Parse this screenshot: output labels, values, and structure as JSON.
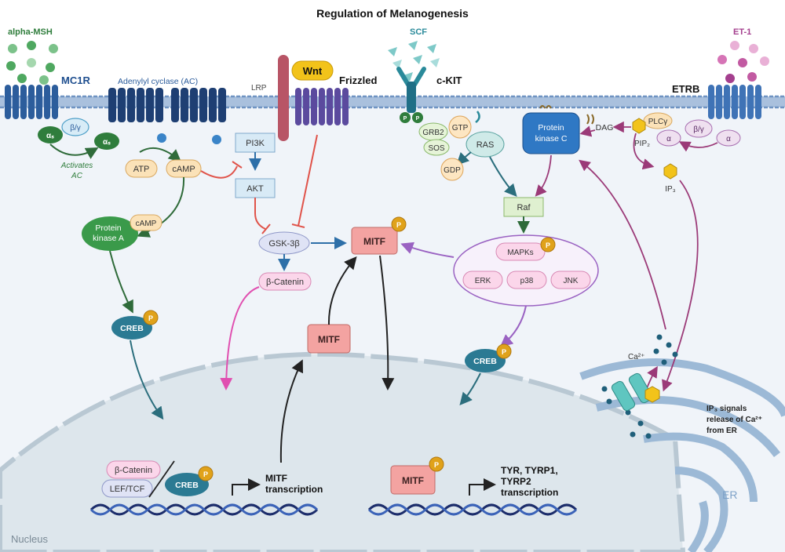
{
  "title": "Regulation of Melanogenesis",
  "ligands": {
    "alpha_msh": "alpha-MSH",
    "scf": "SCF",
    "et1": "ET-1",
    "wnt": "Wnt"
  },
  "receptors": {
    "mc1r": "MC1R",
    "adenylyl_cyclase": "Adenylyl cyclase (AC)",
    "lrp": "LRP",
    "frizzled": "Frizzled",
    "ckit": "c-KIT",
    "etrb": "ETRB"
  },
  "mc1r_pathway": {
    "g_alpha": "αₛ",
    "g_alpha_active": "αₛ",
    "beta_gamma": "β/γ",
    "activates_line1": "Activates",
    "activates_line2": "AC",
    "atp": "ATP",
    "camp": "cAMP",
    "pka_line1": "Protein",
    "pka_line2": "kinase A",
    "pka_camp": "cAMP",
    "creb": "CREB"
  },
  "wnt_pathway": {
    "pi3k": "PI3K",
    "akt": "AKT",
    "gsk3b": "GSK-3β",
    "beta_catenin": "β-Catenin"
  },
  "ckit_pathway": {
    "p": "P",
    "grb2": "GRB2",
    "sos": "SOS",
    "gtp": "GTP",
    "gdp": "GDP",
    "ras": "RAS",
    "raf": "Raf",
    "mapks": "MAPKs",
    "erk": "ERK",
    "p38": "p38",
    "jnk": "JNK",
    "creb": "CREB"
  },
  "etrb_pathway": {
    "pkc_line1": "Protein",
    "pkc_line2": "kinase C",
    "dag": "DAG",
    "plc": "PLCγ",
    "pip2": "PIP₂",
    "alpha1": "α",
    "alpha2": "α",
    "beta_gamma": "β/γ",
    "ip3": "IP₃",
    "ca": "Ca²⁺",
    "ip3_note_line1": "IP₃ signals",
    "ip3_note_line2": "release of Ca²⁺",
    "ip3_note_line3": "from ER",
    "er": "ER"
  },
  "center": {
    "mitf_p": "MITF",
    "mitf_mid": "MITF"
  },
  "nucleus": {
    "label": "Nucleus",
    "beta_catenin": "β-Catenin",
    "lef_tcf": "LEF/TCF",
    "creb": "CREB",
    "mitf_tx_line1": "MITF",
    "mitf_tx_line2": "transcription",
    "mitf": "MITF",
    "tyr_line1": "TYR, TYRP1,",
    "tyr_line2": "TYRP2",
    "tyr_line3": "transcription"
  },
  "colors": {
    "membrane": "#6f93c2",
    "receptor_blue": "#2c5d9c",
    "frizzled_purple": "#5b4a9e",
    "lrp_red": "#b85566",
    "wnt_yellow": "#f2c31a",
    "green_dark": "#2f7d3c",
    "teal": "#2a8a9a",
    "creb_teal": "#2b7a93",
    "mitf_red": "#f3a3a1",
    "pkc_blue": "#2f78c4",
    "etrb_purple": "#a43f8e",
    "phospho": "#e0a21a",
    "nucleus_fill": "#dde6ec",
    "cytoplasm": "#f0f4f9"
  }
}
